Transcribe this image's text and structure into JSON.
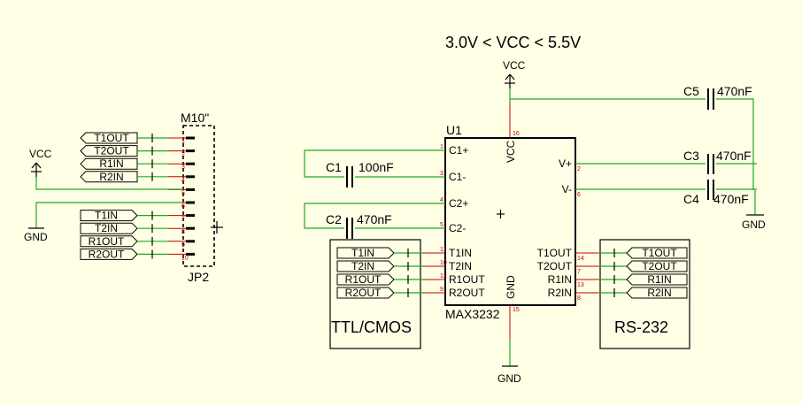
{
  "title": "3.0V < VCC < 5.5V",
  "u1": {
    "ref": "U1",
    "part": "MAX3232",
    "vcc_pin_label": "VCC",
    "gnd_pin_label": "GND",
    "vcc_pin_num": "16",
    "gnd_pin_num": "15",
    "left_pins": [
      {
        "name": "C1+",
        "num": "1"
      },
      {
        "name": "C1-",
        "num": "3"
      },
      {
        "name": "C2+",
        "num": "4"
      },
      {
        "name": "C2-",
        "num": "5"
      },
      {
        "name": "T1IN",
        "num": "11"
      },
      {
        "name": "T2IN",
        "num": "10"
      },
      {
        "name": "R1OUT",
        "num": "12"
      },
      {
        "name": "R2OUT",
        "num": "9"
      }
    ],
    "right_pins": [
      {
        "name": "V+",
        "num": "2"
      },
      {
        "name": "V-",
        "num": "6"
      },
      {
        "name": "T1OUT",
        "num": "14"
      },
      {
        "name": "T2OUT",
        "num": "7"
      },
      {
        "name": "R1IN",
        "num": "13"
      },
      {
        "name": "R2IN",
        "num": "8"
      }
    ]
  },
  "capacitors": [
    {
      "ref": "C1",
      "value": "100nF"
    },
    {
      "ref": "C2",
      "value": "470nF"
    },
    {
      "ref": "C3",
      "value": "470nF"
    },
    {
      "ref": "C4",
      "value": "470nF"
    },
    {
      "ref": "C5",
      "value": "470nF"
    }
  ],
  "power": {
    "vcc_top": "VCC",
    "gnd_bottom": "GND",
    "gnd_right": "GND",
    "vcc_left": "VCC",
    "gnd_left": "GND"
  },
  "connector": {
    "title": "M10\"",
    "ref": "JP2",
    "labels_top": [
      "T1OUT",
      "T2OUT",
      "R1IN",
      "R2IN"
    ],
    "labels_bottom": [
      "T1IN",
      "T2IN",
      "R1OUT",
      "R2OUT"
    ]
  },
  "ttl_box": {
    "title": "TTL/CMOS",
    "labels": [
      "T1IN",
      "T2IN",
      "R1OUT",
      "R2OUT"
    ]
  },
  "rs232_box": {
    "title": "RS-232",
    "labels": [
      "T1OUT",
      "T2OUT",
      "R1IN",
      "R2IN"
    ]
  }
}
